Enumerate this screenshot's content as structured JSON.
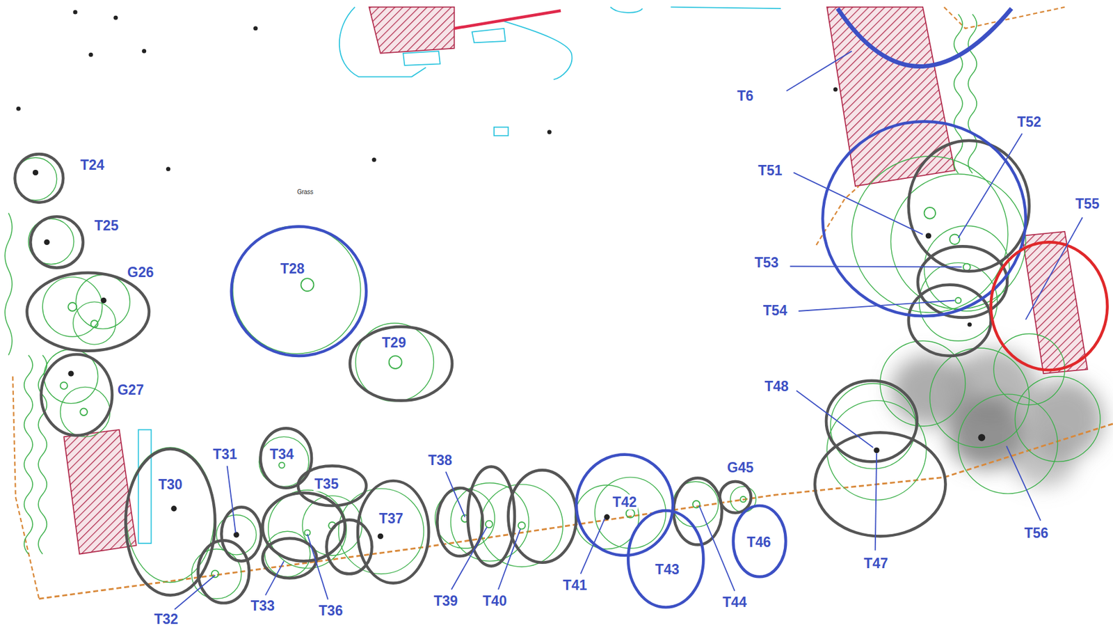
{
  "diagram": {
    "labels": [
      "T6",
      "T24",
      "T25",
      "G26",
      "T28",
      "T29",
      "G27",
      "T51",
      "T52",
      "T55",
      "T53",
      "T54",
      "T48",
      "T56",
      "T30",
      "T31",
      "T34",
      "T35",
      "T38",
      "T37",
      "T42",
      "G45",
      "T46",
      "T43",
      "T41",
      "T39",
      "T40",
      "T32",
      "T33",
      "T36",
      "T44",
      "T47",
      "Grass"
    ]
  }
}
